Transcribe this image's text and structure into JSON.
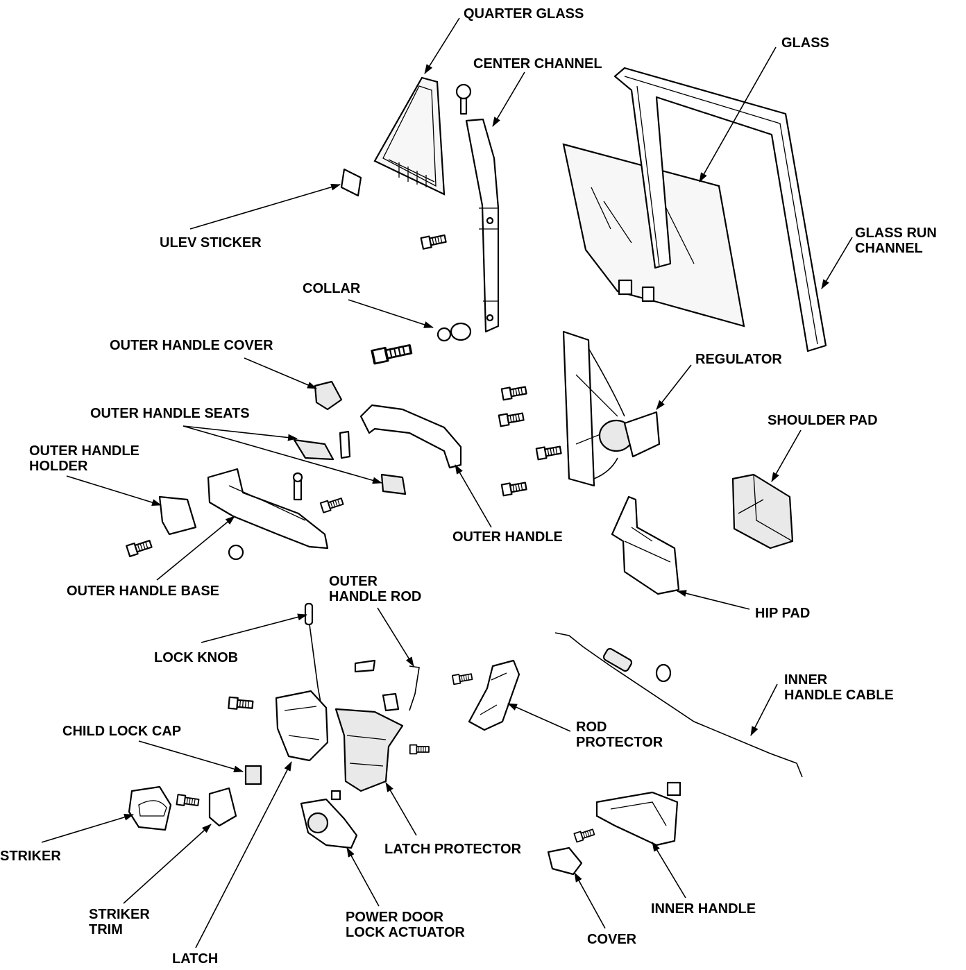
{
  "title": "",
  "colors": {
    "ink": "#000000",
    "paper": "#ffffff",
    "shade": "#e9e9e9"
  },
  "labels": {
    "quarter_glass": "QUARTER GLASS",
    "center_channel": "CENTER CHANNEL",
    "glass": "GLASS",
    "glass_run_channel_1": "GLASS RUN",
    "glass_run_channel_2": "CHANNEL",
    "ulev_sticker": "ULEV STICKER",
    "collar": "COLLAR",
    "outer_handle_cover": "OUTER HANDLE COVER",
    "regulator": "REGULATOR",
    "outer_handle_seats": "OUTER HANDLE SEATS",
    "shoulder_pad": "SHOULDER PAD",
    "outer_handle_holder_1": "OUTER HANDLE",
    "outer_handle_holder_2": "HOLDER",
    "outer_handle": "OUTER HANDLE",
    "outer_handle_base": "OUTER HANDLE BASE",
    "hip_pad": "HIP PAD",
    "outer_handle_rod_1": "OUTER",
    "outer_handle_rod_2": "HANDLE ROD",
    "lock_knob": "LOCK KNOB",
    "inner_handle_cable_1": "INNER",
    "inner_handle_cable_2": "HANDLE CABLE",
    "child_lock_cap": "CHILD LOCK CAP",
    "rod_protector_1": "ROD",
    "rod_protector_2": "PROTECTOR",
    "striker": "STRIKER",
    "latch_protector": "LATCH PROTECTOR",
    "striker_trim_1": "STRIKER",
    "striker_trim_2": "TRIM",
    "power_door_lock_actuator_1": "POWER DOOR",
    "power_door_lock_actuator_2": "LOCK ACTUATOR",
    "inner_handle": "INNER HANDLE",
    "cover": "COVER",
    "latch": "LATCH"
  }
}
